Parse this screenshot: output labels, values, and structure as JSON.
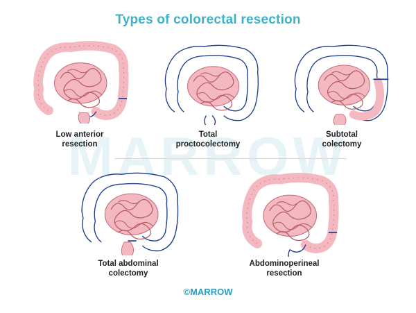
{
  "title": "Types of colorectal resection",
  "watermark": "MARROW",
  "footer": "©MARROW",
  "colors": {
    "title": "#3fb1c7",
    "colon_fill": "#f4b9c0",
    "outline": "#1f3f8f",
    "watermark": "#e6f4f7"
  },
  "panels": [
    {
      "id": "low-anterior",
      "caption_line1": "Low anterior",
      "caption_line2": "resection"
    },
    {
      "id": "total-proctocolectomy",
      "caption_line1": "Total",
      "caption_line2": "proctocolectomy"
    },
    {
      "id": "subtotal-colectomy",
      "caption_line1": "Subtotal",
      "caption_line2": "colectomy"
    },
    {
      "id": "total-abdominal-colectomy",
      "caption_line1": "Total abdominal",
      "caption_line2": "colectomy"
    },
    {
      "id": "abdominoperineal-resection",
      "caption_line1": "Abdominoperineal",
      "caption_line2": "resection"
    }
  ]
}
